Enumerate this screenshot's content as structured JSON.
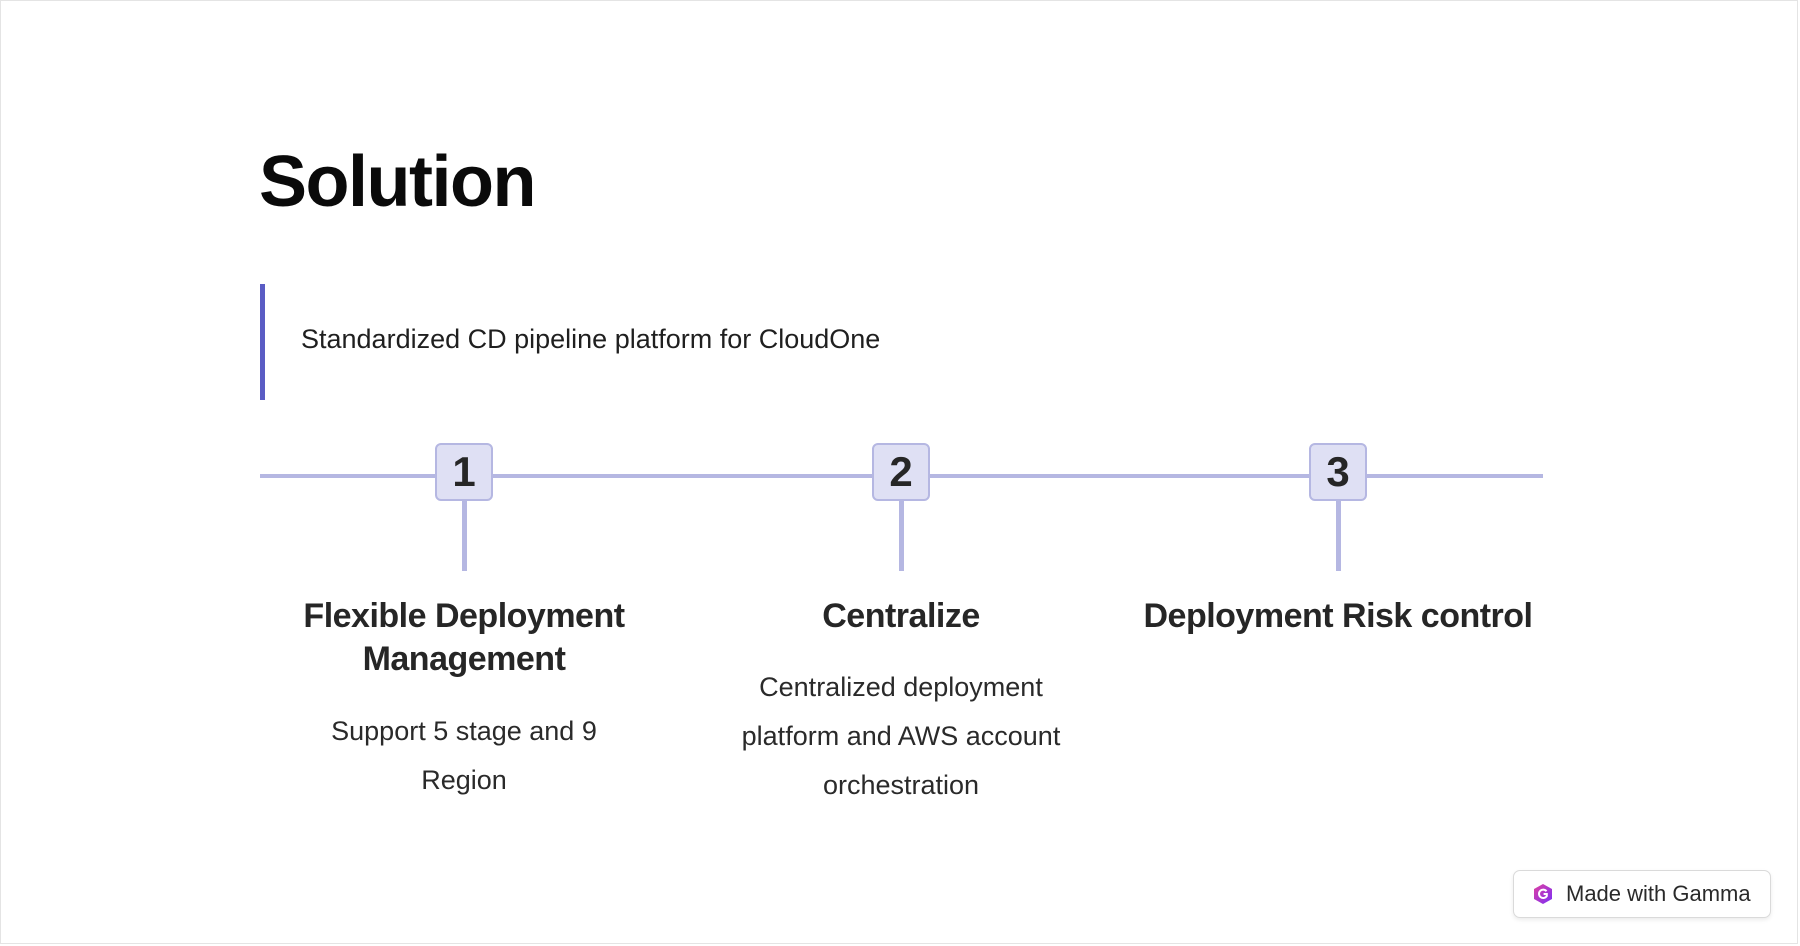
{
  "slide": {
    "title": "Solution",
    "quote": "Standardized CD pipeline platform for CloudOne"
  },
  "steps": [
    {
      "number": "1",
      "title": "Flexible Deployment Management",
      "description": "Support 5 stage and 9 Region"
    },
    {
      "number": "2",
      "title": "Centralize",
      "description": "Centralized deployment platform and AWS account orchestration"
    },
    {
      "number": "3",
      "title": "Deployment Risk control",
      "description": ""
    }
  ],
  "badge": {
    "label": "Made with Gamma",
    "icon": "gamma-logo-icon"
  },
  "colors": {
    "accent": "#5a5cc4",
    "timeline": "#b5b7e2",
    "badge_fill": "#dfe0f4",
    "gamma_purple": "#7b2ff7",
    "gamma_pink": "#e040a0"
  }
}
